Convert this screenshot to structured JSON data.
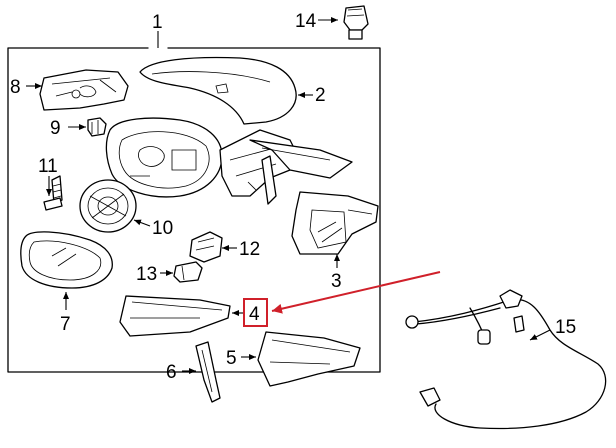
{
  "diagram": {
    "highlight_color": "#d0202a",
    "line_color": "#000000",
    "callouts": [
      {
        "id": "1",
        "label": "1"
      },
      {
        "id": "2",
        "label": "2"
      },
      {
        "id": "3",
        "label": "3"
      },
      {
        "id": "4",
        "label": "4"
      },
      {
        "id": "5",
        "label": "5"
      },
      {
        "id": "6",
        "label": "6"
      },
      {
        "id": "7",
        "label": "7"
      },
      {
        "id": "8",
        "label": "8"
      },
      {
        "id": "9",
        "label": "9"
      },
      {
        "id": "10",
        "label": "10"
      },
      {
        "id": "11",
        "label": "11"
      },
      {
        "id": "12",
        "label": "12"
      },
      {
        "id": "13",
        "label": "13"
      },
      {
        "id": "14",
        "label": "14"
      },
      {
        "id": "15",
        "label": "15"
      }
    ]
  }
}
